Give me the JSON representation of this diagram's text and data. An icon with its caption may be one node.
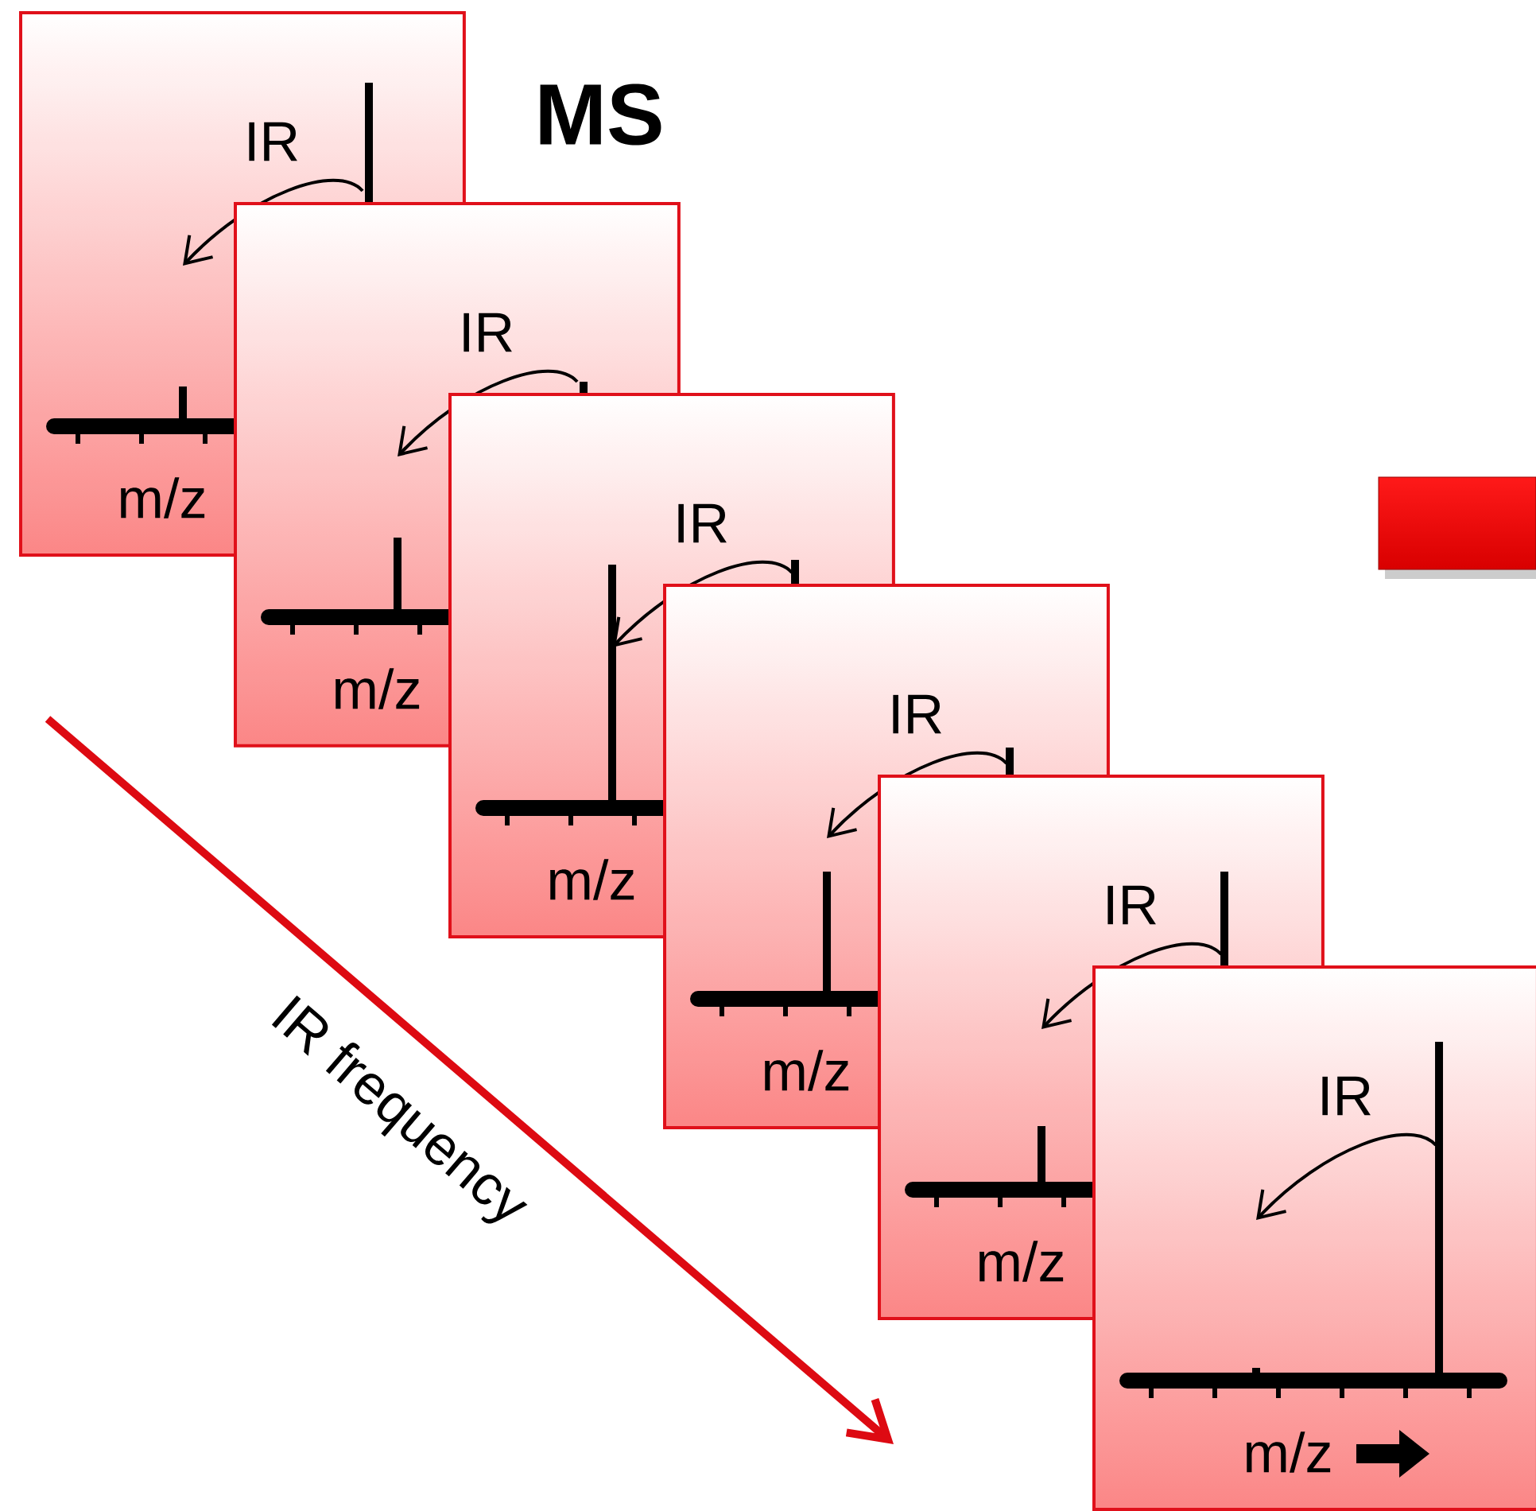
{
  "diagram": {
    "title": "MS",
    "nodes": [
      {
        "text": [
          "IR",
          "m/z"
        ]
      },
      {
        "text": [
          "IR",
          "m/z"
        ]
      },
      {
        "text": [
          "IR",
          "m/z"
        ]
      },
      {
        "text": [
          "IR",
          "m/z"
        ]
      },
      {
        "text": [
          "IR",
          "m/z"
        ]
      },
      {
        "text": [
          "IR",
          "m/z"
        ]
      }
    ],
    "labels": [
      "IR frequency"
    ]
  }
}
